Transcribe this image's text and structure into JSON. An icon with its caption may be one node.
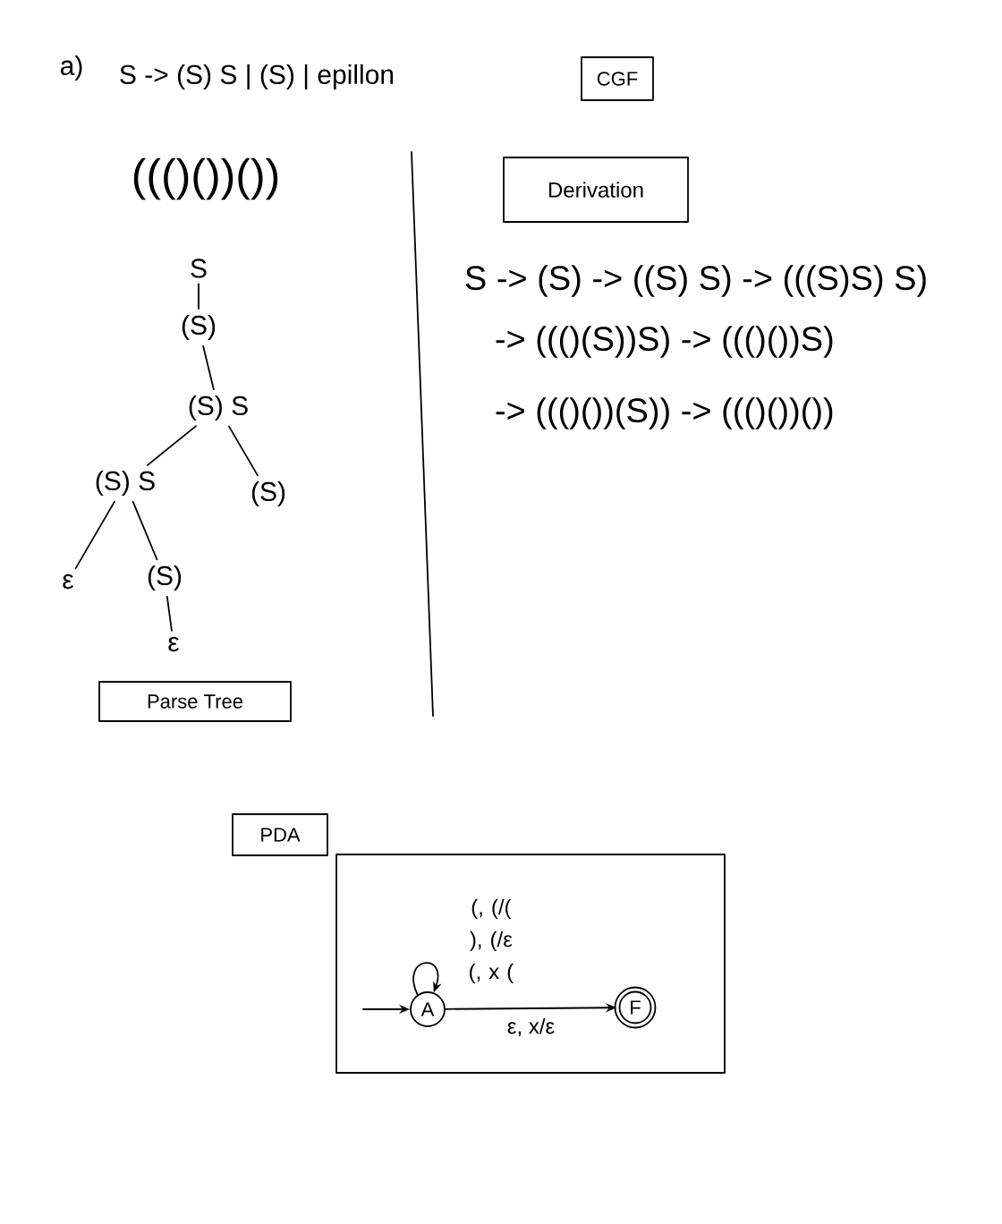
{
  "diagram": {
    "nodes": [
      {
        "text": [
          "CGF"
        ]
      },
      {
        "text": [
          "S"
        ]
      },
      {
        "text": [
          "(S)"
        ]
      },
      {
        "text": [
          "(S) S"
        ]
      },
      {
        "text": [
          "(S) S"
        ]
      },
      {
        "text": [
          "(S)"
        ]
      },
      {
        "text": [
          "ε"
        ]
      },
      {
        "text": [
          "(S)"
        ]
      },
      {
        "text": [
          "ε"
        ]
      },
      {
        "text": [
          "Parse Tree"
        ]
      },
      {
        "text": [
          "Derivation"
        ]
      },
      {
        "text": [
          "PDA"
        ]
      },
      {
        "text": [
          "A"
        ],
        "in": 11
      },
      {
        "text": [
          "F"
        ],
        "in": 11
      }
    ],
    "edges": [
      {
        "from": 1,
        "to": 2,
        "arrow": "none"
      },
      {
        "from": 2,
        "to": 3,
        "arrow": "none"
      },
      {
        "from": 3,
        "to": 4,
        "arrow": "none"
      },
      {
        "from": 3,
        "to": 5,
        "arrow": "none"
      },
      {
        "from": 4,
        "to": 6,
        "arrow": "none"
      },
      {
        "from": 4,
        "to": 7,
        "arrow": "none"
      },
      {
        "from": 7,
        "to": 8,
        "arrow": "none"
      },
      {
        "from": null,
        "to": 12,
        "arrow": "to"
      },
      {
        "from": 12,
        "to": 12,
        "arrow": "to",
        "label": "(, (/( ), (/ε (, x ("
      },
      {
        "from": 12,
        "to": 13,
        "arrow": "to",
        "label": "ε, x/ε"
      }
    ],
    "labels": [
      "a)",
      "S -> (S) S | (S) | epillon",
      "((()())())",
      "S -> (S) -> ((S) S) -> (((S)S) S)",
      "-> ((()(S))S) -> ((()())S)",
      "-> ((()())(S)) -> ((()())())"
    ]
  }
}
